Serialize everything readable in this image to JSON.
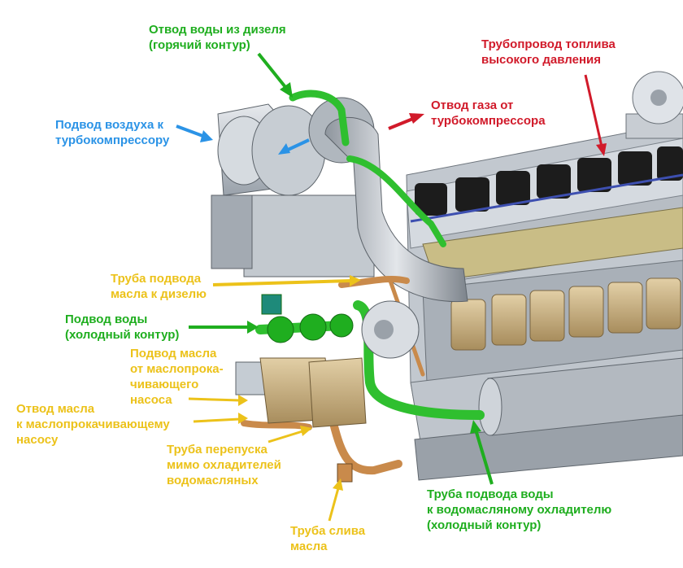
{
  "colors": {
    "green": "#1fae1f",
    "blue": "#2b93e6",
    "red": "#d11a2a",
    "yellow": "#ecc21a",
    "pipe_green": "#2fbf2f",
    "engine_grey": "#b9c0c8",
    "cover_black": "#1c1c1c",
    "cooler_tan": "#c9b48a",
    "pipe_copper": "#c98a4b"
  },
  "labels": {
    "water_out_hot": [
      "Отвод воды из дизеля",
      "(горячий контур)"
    ],
    "fuel_pipe_hp": [
      "Трубопровод топлива",
      "высокого давления"
    ],
    "air_in_turbo": [
      "Подвод воздуха к",
      "турбокомпрессору"
    ],
    "gas_out_turbo": [
      "Отвод газа от",
      "турбокомпрессора"
    ],
    "oil_supply_pipe": [
      "Труба подвода",
      "масла к дизелю"
    ],
    "water_in_cold": [
      "Подвод воды",
      "(холодный контур)"
    ],
    "oil_from_pump": [
      "Подвод масла",
      "от маслопрока-",
      "чивающего",
      "насоса"
    ],
    "oil_to_pump": [
      "Отвод масла",
      "к маслопрокачивающему",
      "насосу"
    ],
    "bypass_pipe": [
      "Труба перепуска",
      "мимо охладителей",
      "водомасляных"
    ],
    "oil_drain_pipe": [
      "Труба слива",
      "масла"
    ],
    "water_to_cooler": [
      "Труба подвода воды",
      "к водомасляному охладителю",
      "(холодный контур)"
    ]
  },
  "icons": [
    "arrow-icon"
  ]
}
